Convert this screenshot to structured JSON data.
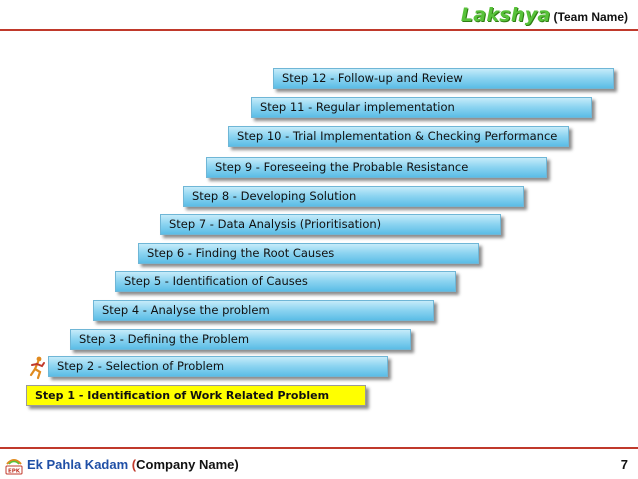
{
  "header": {
    "brand": "Lakshya",
    "team_label": "(Team Name)"
  },
  "steps": [
    {
      "label": "Step 1 - Identification of Work Related Problem",
      "highlighted": true
    },
    {
      "label": "Step 2 - Selection of Problem"
    },
    {
      "label": "Step 3 - Defining the Problem"
    },
    {
      "label": "Step 4 - Analyse the problem"
    },
    {
      "label": "Step 5 - Identification of Causes"
    },
    {
      "label": "Step 6 - Finding the Root Causes"
    },
    {
      "label": "Step 7 - Data Analysis (Prioritisation)"
    },
    {
      "label": "Step 8 - Developing Solution"
    },
    {
      "label": "Step 9 - Foreseeing the Probable Resistance"
    },
    {
      "label": "Step 10 - Trial Implementation & Checking Performance"
    },
    {
      "label": "Step 11 - Regular implementation"
    },
    {
      "label": "Step 12 - Follow-up and Review"
    }
  ],
  "footer": {
    "company_main": "Ek Pahla Kadam",
    "company_paren": "(",
    "company_rest": "Company Name)",
    "page_number": "7"
  },
  "colors": {
    "step_fill": "#8fd5f1",
    "highlight_fill": "#ffff00",
    "rule": "#c0392b",
    "brand": "#58c23a"
  },
  "icons": [
    "runner-icon",
    "company-logo-icon"
  ]
}
